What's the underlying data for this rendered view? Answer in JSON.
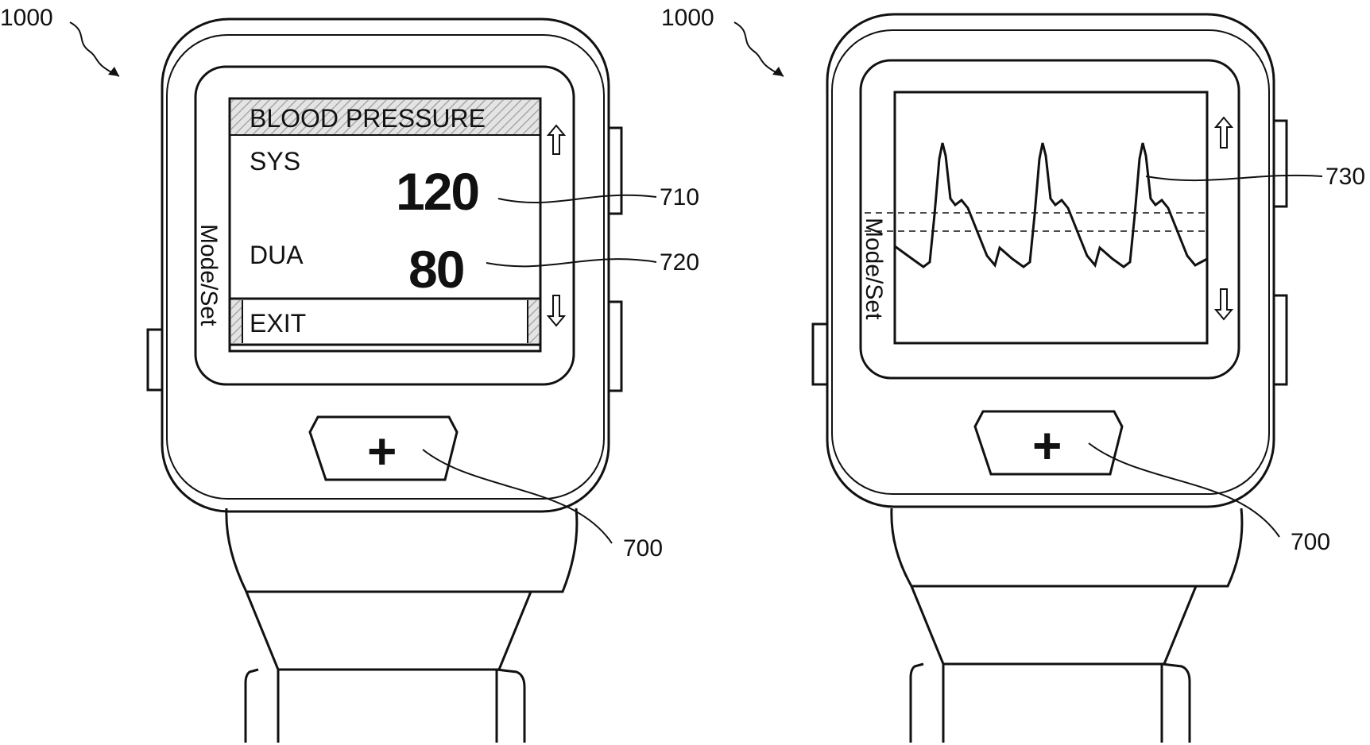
{
  "left_figure": {
    "device_ref": "1000",
    "screen": {
      "header": "BLOOD PRESSURE",
      "sys_label": "SYS",
      "sys_value": "120",
      "dia_label": "DUA",
      "dia_value": "80",
      "exit_label": "EXIT"
    },
    "side_label": "Mode/Set",
    "center_button_glyph": "+",
    "refs": {
      "sys": "710",
      "dia": "720",
      "button": "700"
    }
  },
  "right_figure": {
    "device_ref": "1000",
    "side_label": "Mode/Set",
    "center_button_glyph": "+",
    "refs": {
      "waveform": "730",
      "button": "700"
    }
  },
  "icons": [
    "up-arrow-icon",
    "down-arrow-icon",
    "plus-icon",
    "leader-zigzag-arrow-icon"
  ],
  "colors": {
    "line": "#111111",
    "header_hatch": "#bdbdbd",
    "background": "#ffffff"
  }
}
